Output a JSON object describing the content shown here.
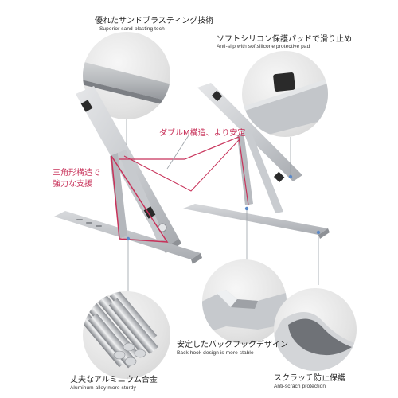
{
  "captions": {
    "sandblast_jp": "優れたサンドブラスティング技術",
    "sandblast_en": "Superior sand-blasting tech",
    "antislip_jp": "ソフトシリコン保護パッドで滑り止め",
    "antislip_en": "Anti-slip with softsilicone protective pad",
    "double_m": "ダブルM構造、より安定",
    "triangle_line1": "三角形構造で",
    "triangle_line2": "強力な支援",
    "backhook_jp": "安定したバックフックデザイン",
    "backhook_en": "Back hook design is more stable",
    "aluminum_jp": "丈夫なアルミニウム合金",
    "aluminum_en": "Aluminum alloy more sturdy",
    "scratch_jp": "スクラッチ防止保護",
    "scratch_en": "Anti-scrach protection"
  },
  "colors": {
    "accent_red": "#c8325a",
    "aluminum": "#c9ccd0",
    "aluminum_dark": "#9a9ea4",
    "pad_black": "#2a2a2a",
    "leader_line": "#9aa0a6"
  }
}
